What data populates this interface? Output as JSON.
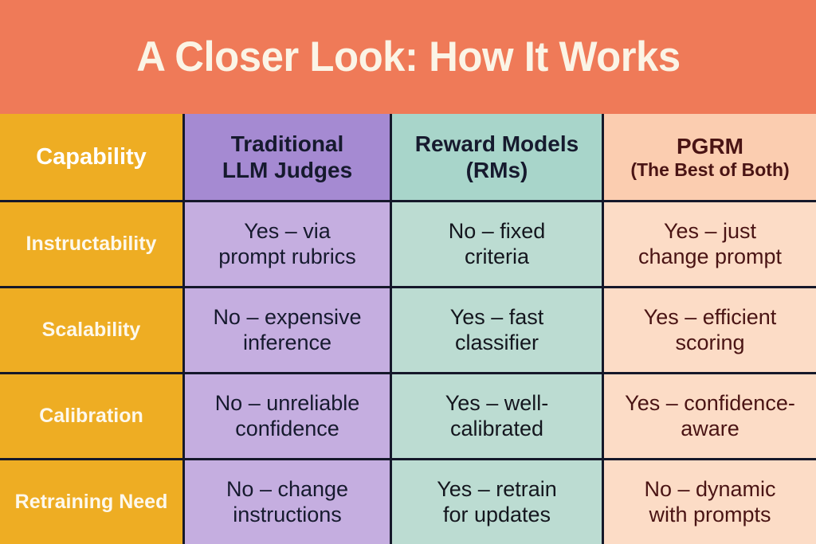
{
  "banner": {
    "title": "A Closer Look: How It Works",
    "background_color": "#ef7a58",
    "text_color": "#fbf4e6"
  },
  "table": {
    "columns": [
      {
        "key": "capability",
        "header": "Capability",
        "header_bg": "#eead23",
        "header_fg": "#ffffff",
        "body_bg": "#eead23",
        "body_fg": "#fdf8ec"
      },
      {
        "key": "llm_judges",
        "header": "Traditional LLM Judges",
        "header_bg": "#a58ad2",
        "header_fg": "#161a2e",
        "body_bg": "#c5aee0",
        "body_fg": "#161a2e"
      },
      {
        "key": "reward_models",
        "header": "Reward Models (RMs)",
        "header_bg": "#a8d5ca",
        "header_fg": "#161a2e",
        "body_bg": "#bcdcd2",
        "body_fg": "#14161e"
      },
      {
        "key": "pgrm",
        "header_main": "PGRM",
        "header_sub": "(The Best of Both)",
        "header_bg": "#fbcdb0",
        "header_fg": "#4a1414",
        "body_bg": "#fcdcc6",
        "body_fg": "#4a1414"
      }
    ],
    "header": {
      "capability": "Capability",
      "llm_judges_line1": "Traditional",
      "llm_judges_line2": "LLM Judges",
      "reward_models_line1": "Reward Models",
      "reward_models_line2": "(RMs)",
      "pgrm_main": "PGRM",
      "pgrm_sub": "(The Best of Both)"
    },
    "rows": [
      {
        "capability": "Instructability",
        "llm_judges_line1": "Yes – via",
        "llm_judges_line2": "prompt rubrics",
        "reward_models_line1": "No – fixed",
        "reward_models_line2": "criteria",
        "pgrm_line1": "Yes – just",
        "pgrm_line2": "change prompt"
      },
      {
        "capability": "Scalability",
        "llm_judges_line1": "No – expensive",
        "llm_judges_line2": "inference",
        "reward_models_line1": "Yes – fast",
        "reward_models_line2": "classifier",
        "pgrm_line1": "Yes – efficient",
        "pgrm_line2": "scoring"
      },
      {
        "capability": "Calibration",
        "llm_judges_line1": "No – unreliable",
        "llm_judges_line2": "confidence",
        "reward_models_line1": "Yes – well-",
        "reward_models_line2": "calibrated",
        "pgrm_line1": "Yes – confidence-",
        "pgrm_line2": "aware"
      },
      {
        "capability": "Retraining Need",
        "llm_judges_line1": "No – change",
        "llm_judges_line2": "instructions",
        "reward_models_line1": "Yes – retrain",
        "reward_models_line2": "for updates",
        "pgrm_line1": "No – dynamic",
        "pgrm_line2": "with prompts"
      }
    ]
  }
}
